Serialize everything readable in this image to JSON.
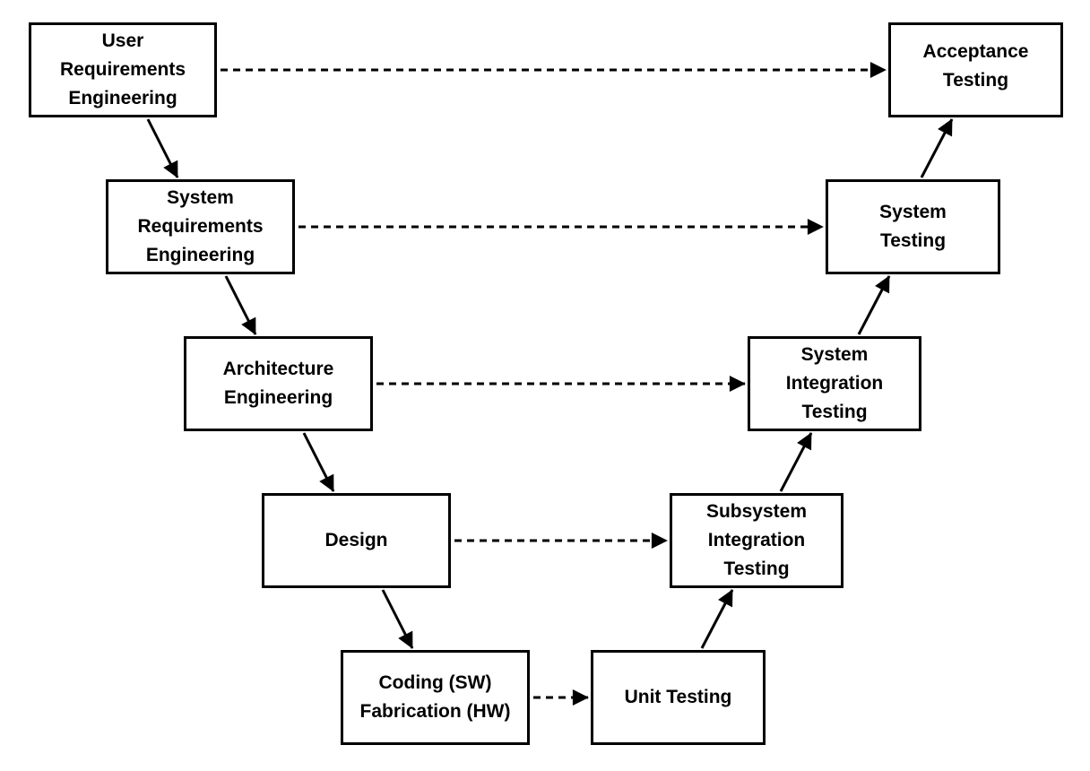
{
  "diagram": {
    "boxes": {
      "user_requirements": "User\nRequirements\nEngineering",
      "system_requirements": "System\nRequirements\nEngineering",
      "architecture": "Architecture\nEngineering",
      "design": "Design",
      "coding": "Coding (SW)\nFabrication (HW)",
      "unit_testing": "Unit Testing",
      "subsystem_integration": "Subsystem\nIntegration\nTesting",
      "system_integration": "System\nIntegration\nTesting",
      "system_testing": "System\nTesting",
      "acceptance_testing": "Acceptance\nTesting"
    },
    "colors": {
      "stroke": "#000000",
      "background": "#ffffff"
    }
  }
}
